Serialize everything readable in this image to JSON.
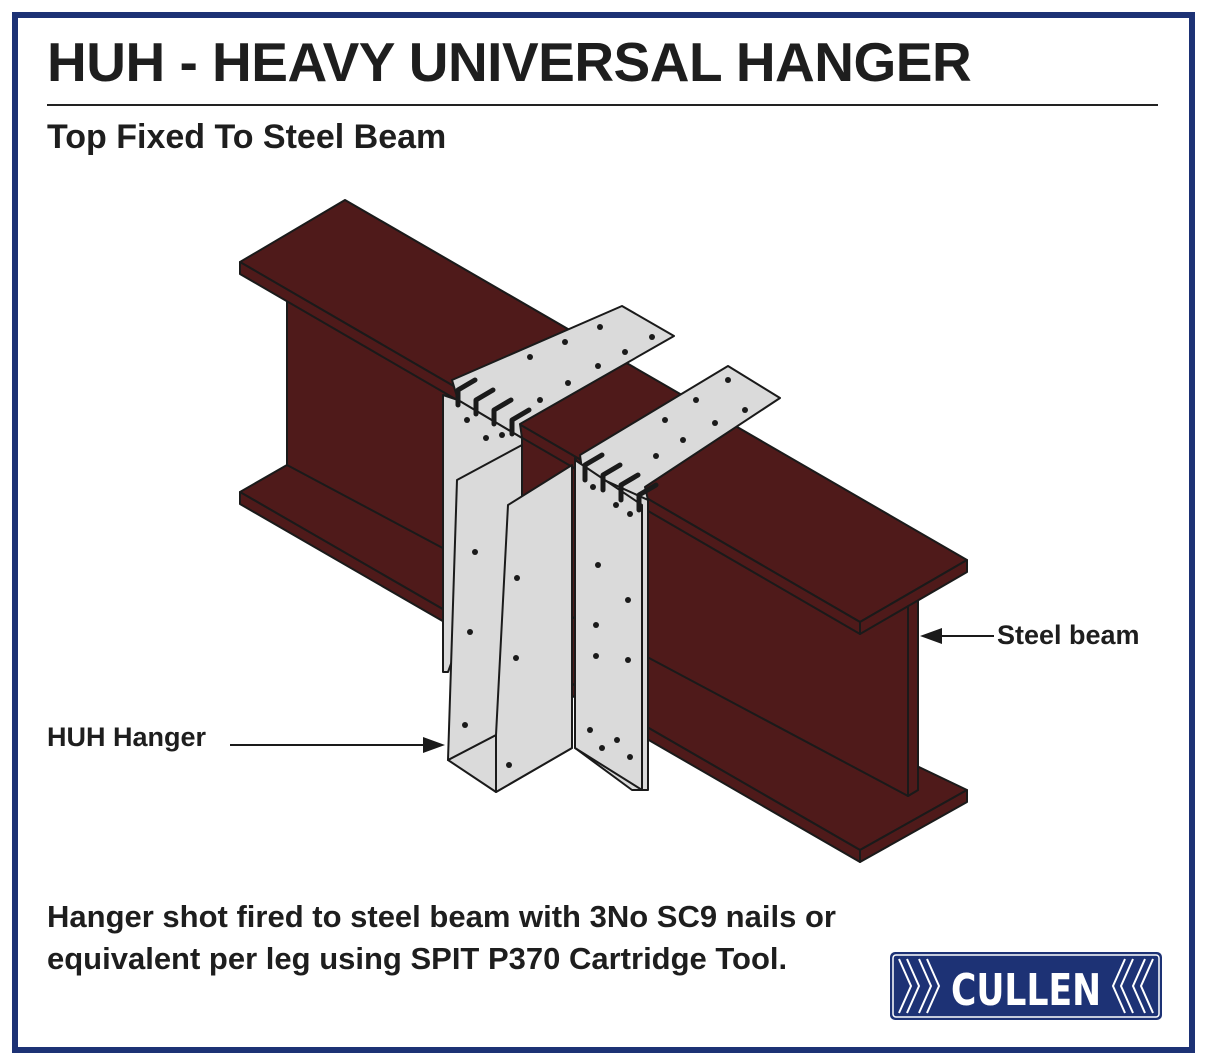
{
  "title": "HUH - HEAVY UNIVERSAL HANGER",
  "subtitle": "Top Fixed To Steel Beam",
  "labels": {
    "steel_beam": "Steel beam",
    "hanger": "HUH Hanger"
  },
  "note": "Hanger shot fired to steel beam with 3No SC9 nails or equivalent per leg using SPIT P370 Cartridge Tool.",
  "logo": {
    "text": "CULLEN"
  },
  "colors": {
    "border": "#1d3275",
    "beam": "#4f1a1a",
    "plate": "#dadada",
    "logo": "#1d3275"
  }
}
